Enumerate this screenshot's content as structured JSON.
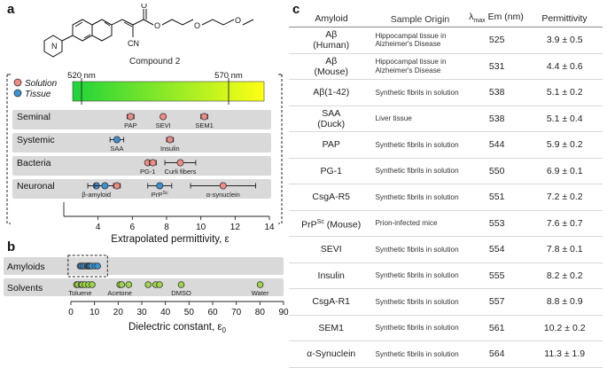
{
  "panel_a": {
    "letter": "a",
    "compound_label": "Compound 2",
    "legend": [
      {
        "label": "Solution",
        "color": "#f08a84"
      },
      {
        "label": "Tissue",
        "color": "#3a92d4"
      }
    ],
    "wavelength_ticks": [
      "520 nm",
      "570 nm"
    ],
    "x_axis_label": "Extrapolated permittivity, ε",
    "chart_data": {
      "type": "scatter",
      "xlabel": "Extrapolated permittivity, ε",
      "xlim": [
        2,
        14
      ],
      "xticks": [
        4,
        6,
        8,
        10,
        12,
        14
      ],
      "groups": [
        {
          "name": "Seminal",
          "points": [
            {
              "label": "PAP",
              "x": 5.9,
              "err": 0.2,
              "type": "Solution"
            },
            {
              "label": "SEVI",
              "x": 7.8,
              "err": 0.1,
              "type": "Solution"
            },
            {
              "label": "SEM1",
              "x": 10.2,
              "err": 0.2,
              "type": "Solution"
            }
          ]
        },
        {
          "name": "Systemic",
          "points": [
            {
              "label": "SAA",
              "x": 5.1,
              "err": 0.4,
              "type": "Tissue"
            },
            {
              "label": "Insulin",
              "x": 8.2,
              "err": 0.2,
              "type": "Solution"
            }
          ]
        },
        {
          "name": "Bacteria",
          "points": [
            {
              "label": "PG-1",
              "x": 6.9,
              "err": 0.1,
              "type": "Solution"
            },
            {
              "label": "",
              "x": 7.2,
              "err": 0.2,
              "type": "Solution"
            },
            {
              "label": "Curli fibers",
              "x": 8.8,
              "err": 0.9,
              "type": "Solution"
            }
          ]
        },
        {
          "name": "Neuronal",
          "points": [
            {
              "label": "β-amyloid",
              "x": 3.9,
              "err": 0.5,
              "type": "Tissue"
            },
            {
              "label": "",
              "x": 4.4,
              "err": 0.6,
              "type": "Tissue"
            },
            {
              "label": "",
              "x": 5.1,
              "err": 0.2,
              "type": "Solution"
            },
            {
              "label": "PrP",
              "label_sup": "Sc",
              "x": 7.6,
              "err": 0.7,
              "type": "Tissue"
            },
            {
              "label": "α-synuclein",
              "x": 11.3,
              "err": 1.9,
              "type": "Solution"
            }
          ]
        }
      ]
    }
  },
  "panel_b": {
    "letter": "b",
    "x_axis_label": "Dielectric constant, ε",
    "x_axis_sub": "0",
    "chart_data": {
      "type": "scatter",
      "xlabel": "Dielectric constant, ε0",
      "xlim": [
        0,
        90
      ],
      "xticks": [
        0,
        10,
        20,
        30,
        40,
        50,
        60,
        70,
        80,
        90
      ],
      "rows": [
        {
          "name": "Amyloids",
          "color": "#3a92d4",
          "boxed": true,
          "values": [
            3.9,
            4.4,
            5.1,
            5.1,
            5.9,
            6.9,
            7.2,
            7.6,
            7.8,
            8.2,
            8.8,
            10.2,
            11.3
          ],
          "labels": []
        },
        {
          "name": "Solvents",
          "color": "#9ed64a",
          "boxed": false,
          "values": [
            2.4,
            3.0,
            4.3,
            4.8,
            6.0,
            7.5,
            9.0,
            20.7,
            21.5,
            24.5,
            32.7,
            35.9,
            37.5,
            46.7,
            80.1
          ],
          "labels": [
            {
              "text": "Toluene",
              "at": 2.4
            },
            {
              "text": "Acetone",
              "at": 20.7
            },
            {
              "text": "DMSO",
              "at": 46.7
            },
            {
              "text": "Water",
              "at": 80.1
            }
          ]
        }
      ]
    }
  },
  "panel_c": {
    "letter": "c",
    "headers": {
      "amyloid": "Amyloid",
      "origin": "Sample Origin",
      "lambda_symbol": "λ",
      "lambda_sub": "max",
      "lambda_rest": " Em (nm)",
      "permittivity": "Permittivity"
    },
    "rows": [
      {
        "amyloid": [
          "Aβ",
          "(Human)"
        ],
        "origin": "Hippocampal tissue in Alzheimer's Disease",
        "lambda": "525",
        "permittivity": "3.9 ± 0.5"
      },
      {
        "amyloid": [
          "Aβ",
          "(Mouse)"
        ],
        "origin": "Hippocampal tissue in Alzheimer's Disease",
        "lambda": "531",
        "permittivity": "4.4 ± 0.6"
      },
      {
        "amyloid": [
          "Aβ(1-42)"
        ],
        "origin": "Synthetic fibrils in solution",
        "lambda": "538",
        "permittivity": "5.1 ± 0.2"
      },
      {
        "amyloid": [
          "SAA",
          "(Duck)"
        ],
        "origin": "Liver tissue",
        "lambda": "538",
        "permittivity": "5.1 ± 0.4"
      },
      {
        "amyloid": [
          "PAP"
        ],
        "origin": "Synthetic fibrils in solution",
        "lambda": "544",
        "permittivity": "5.9 ± 0.2"
      },
      {
        "amyloid": [
          "PG-1"
        ],
        "origin": "Synthetic fibrils in solution",
        "lambda": "550",
        "permittivity": "6.9 ± 0.1"
      },
      {
        "amyloid": [
          "CsgA-R5"
        ],
        "origin": "Synthetic fibrils in solution",
        "lambda": "551",
        "permittivity": "7.2 ± 0.2"
      },
      {
        "amyloid": [
          "PrP",
          "Sc",
          " (Mouse)"
        ],
        "sup": true,
        "origin": "Prion-infected mice",
        "lambda": "553",
        "permittivity": "7.6 ± 0.7"
      },
      {
        "amyloid": [
          "SEVI"
        ],
        "origin": "Synthetic fibrils in solution",
        "lambda": "554",
        "permittivity": "7.8 ± 0.1"
      },
      {
        "amyloid": [
          "Insulin"
        ],
        "origin": "Synthetic fibrils in solution",
        "lambda": "555",
        "permittivity": "8.2 ± 0.2"
      },
      {
        "amyloid": [
          "CsgA-R1"
        ],
        "origin": "Synthetic fibrils in solution",
        "lambda": "557",
        "permittivity": "8.8 ± 0.9"
      },
      {
        "amyloid": [
          "SEM1"
        ],
        "origin": "Synthetic fibrils in solution",
        "lambda": "561",
        "permittivity": "10.2 ± 0.2"
      },
      {
        "amyloid": [
          "α-Synuclein"
        ],
        "origin": "Synthetic fibrils in solution",
        "lambda": "564",
        "permittivity": "11.3 ± 1.9"
      }
    ]
  },
  "colors": {
    "solution": "#f08a84",
    "tissue": "#3a92d4",
    "solvent": "#9ed64a",
    "row_band": "#d9d9d9",
    "gradient_start": "#1fd43a",
    "gradient_end": "#ffff14"
  }
}
